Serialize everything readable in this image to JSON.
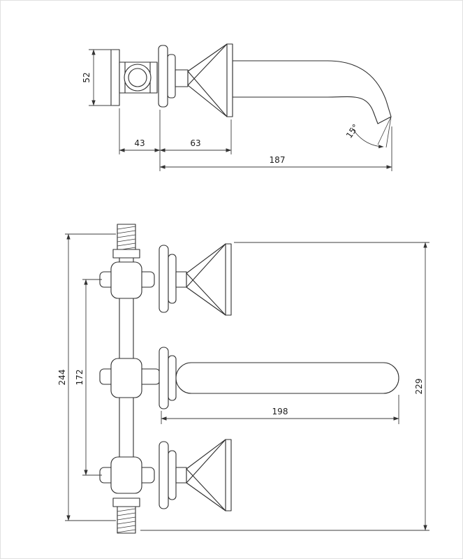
{
  "drawing": {
    "type": "technical-dimension-drawing",
    "subject": "wall-mounted-faucet-two-views",
    "colors": {
      "background": "#ffffff",
      "line": "#2d2d2d",
      "dimension": "#3c3c3c"
    },
    "top_view": {
      "dims": {
        "height": "52",
        "depth_a": "43",
        "depth_b": "63",
        "reach": "187",
        "angle": "15°"
      }
    },
    "front_view": {
      "dims": {
        "total_height": "244",
        "valve_spacing": "172",
        "spout_length": "198",
        "side_height": "229"
      }
    }
  }
}
